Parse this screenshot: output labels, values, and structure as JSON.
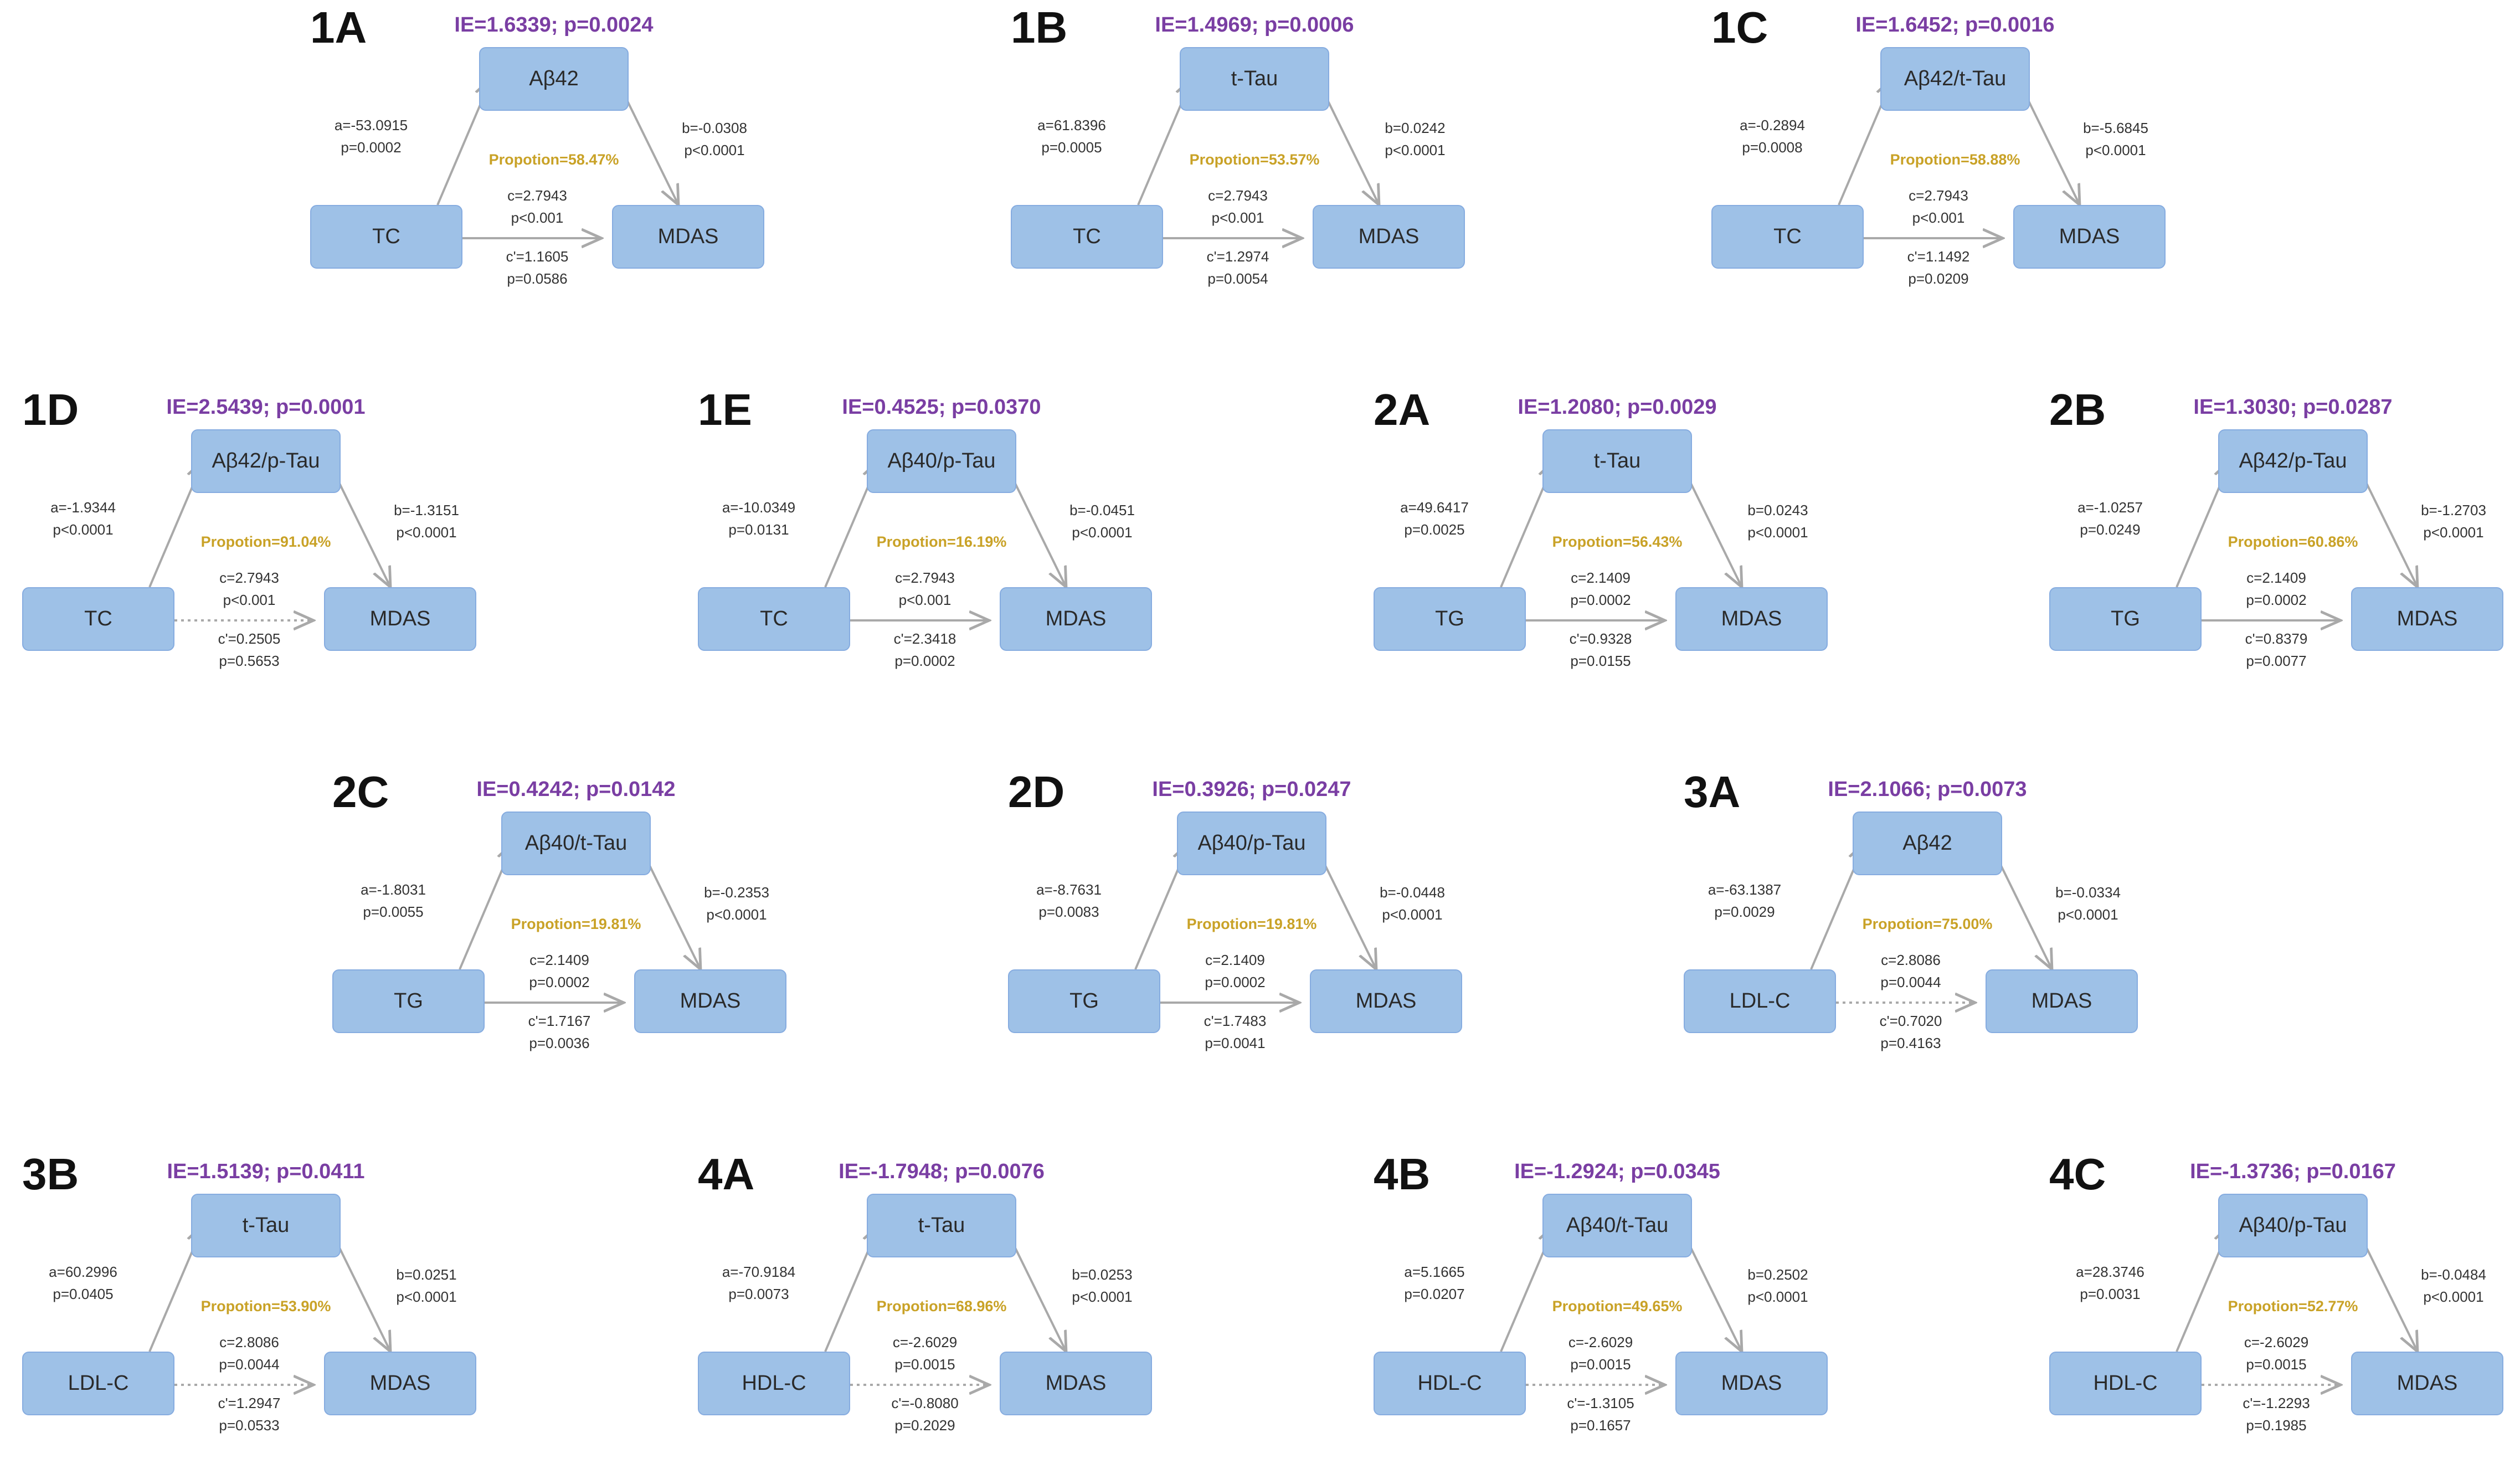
{
  "panels": [
    {
      "label": "1A",
      "ie": "IE=1.6339; p=0.0024",
      "mediator": "Aβ42",
      "x": "TC",
      "y": "MDAS",
      "a": "a=-53.0915",
      "pa": "p=0.0002",
      "b": "b=-0.0308",
      "pb": "p<0.0001",
      "prop": "Propotion=58.47%",
      "c": "c=2.7943",
      "pc": "p<0.001",
      "cp": "c'=1.1605",
      "pcp": "p=0.0586",
      "direct_style": "solid"
    },
    {
      "label": "1B",
      "ie": "IE=1.4969; p=0.0006",
      "mediator": "t-Tau",
      "x": "TC",
      "y": "MDAS",
      "a": "a=61.8396",
      "pa": "p=0.0005",
      "b": "b=0.0242",
      "pb": "p<0.0001",
      "prop": "Propotion=53.57%",
      "c": "c=2.7943",
      "pc": "p<0.001",
      "cp": "c'=1.2974",
      "pcp": "p=0.0054",
      "direct_style": "solid"
    },
    {
      "label": "1C",
      "ie": "IE=1.6452; p=0.0016",
      "mediator": "Aβ42/t-Tau",
      "x": "TC",
      "y": "MDAS",
      "a": "a=-0.2894",
      "pa": "p=0.0008",
      "b": "b=-5.6845",
      "pb": "p<0.0001",
      "prop": "Propotion=58.88%",
      "c": "c=2.7943",
      "pc": "p<0.001",
      "cp": "c'=1.1492",
      "pcp": "p=0.0209",
      "direct_style": "solid"
    },
    {
      "label": "1D",
      "ie": "IE=2.5439; p=0.0001",
      "mediator": "Aβ42/p-Tau",
      "x": "TC",
      "y": "MDAS",
      "a": "a=-1.9344",
      "pa": "p<0.0001",
      "b": "b=-1.3151",
      "pb": "p<0.0001",
      "prop": "Propotion=91.04%",
      "c": "c=2.7943",
      "pc": "p<0.001",
      "cp": "c'=0.2505",
      "pcp": "p=0.5653",
      "direct_style": "dotted"
    },
    {
      "label": "1E",
      "ie": "IE=0.4525; p=0.0370",
      "mediator": "Aβ40/p-Tau",
      "x": "TC",
      "y": "MDAS",
      "a": "a=-10.0349",
      "pa": "p=0.0131",
      "b": "b=-0.0451",
      "pb": "p<0.0001",
      "prop": "Propotion=16.19%",
      "c": "c=2.7943",
      "pc": "p<0.001",
      "cp": "c'=2.3418",
      "pcp": "p=0.0002",
      "direct_style": "solid"
    },
    {
      "label": "2A",
      "ie": "IE=1.2080; p=0.0029",
      "mediator": "t-Tau",
      "x": "TG",
      "y": "MDAS",
      "a": "a=49.6417",
      "pa": "p=0.0025",
      "b": "b=0.0243",
      "pb": "p<0.0001",
      "prop": "Propotion=56.43%",
      "c": "c=2.1409",
      "pc": "p=0.0002",
      "cp": "c'=0.9328",
      "pcp": "p=0.0155",
      "direct_style": "solid"
    },
    {
      "label": "2B",
      "ie": "IE=1.3030; p=0.0287",
      "mediator": "Aβ42/p-Tau",
      "x": "TG",
      "y": "MDAS",
      "a": "a=-1.0257",
      "pa": "p=0.0249",
      "b": "b=-1.2703",
      "pb": "p<0.0001",
      "prop": "Propotion=60.86%",
      "c": "c=2.1409",
      "pc": "p=0.0002",
      "cp": "c'=0.8379",
      "pcp": "p=0.0077",
      "direct_style": "solid"
    },
    {
      "label": "2C",
      "ie": "IE=0.4242; p=0.0142",
      "mediator": "Aβ40/t-Tau",
      "x": "TG",
      "y": "MDAS",
      "a": "a=-1.8031",
      "pa": "p=0.0055",
      "b": "b=-0.2353",
      "pb": "p<0.0001",
      "prop": "Propotion=19.81%",
      "c": "c=2.1409",
      "pc": "p=0.0002",
      "cp": "c'=1.7167",
      "pcp": "p=0.0036",
      "direct_style": "solid"
    },
    {
      "label": "2D",
      "ie": "IE=0.3926; p=0.0247",
      "mediator": "Aβ40/p-Tau",
      "x": "TG",
      "y": "MDAS",
      "a": "a=-8.7631",
      "pa": "p=0.0083",
      "b": "b=-0.0448",
      "pb": "p<0.0001",
      "prop": "Propotion=19.81%",
      "c": "c=2.1409",
      "pc": "p=0.0002",
      "cp": "c'=1.7483",
      "pcp": "p=0.0041",
      "direct_style": "solid"
    },
    {
      "label": "3A",
      "ie": "IE=2.1066; p=0.0073",
      "mediator": "Aβ42",
      "x": "LDL-C",
      "y": "MDAS",
      "a": "a=-63.1387",
      "pa": "p=0.0029",
      "b": "b=-0.0334",
      "pb": "p<0.0001",
      "prop": "Propotion=75.00%",
      "c": "c=2.8086",
      "pc": "p=0.0044",
      "cp": "c'=0.7020",
      "pcp": "p=0.4163",
      "direct_style": "dotted"
    },
    {
      "label": "3B",
      "ie": "IE=1.5139; p=0.0411",
      "mediator": "t-Tau",
      "x": "LDL-C",
      "y": "MDAS",
      "a": "a=60.2996",
      "pa": "p=0.0405",
      "b": "b=0.0251",
      "pb": "p<0.0001",
      "prop": "Propotion=53.90%",
      "c": "c=2.8086",
      "pc": "p=0.0044",
      "cp": "c'=1.2947",
      "pcp": "p=0.0533",
      "direct_style": "dotted"
    },
    {
      "label": "4A",
      "ie": "IE=-1.7948; p=0.0076",
      "mediator": "t-Tau",
      "x": "HDL-C",
      "y": "MDAS",
      "a": "a=-70.9184",
      "pa": "p=0.0073",
      "b": "b=0.0253",
      "pb": "p<0.0001",
      "prop": "Propotion=68.96%",
      "c": "c=-2.6029",
      "pc": "p=0.0015",
      "cp": "c'=-0.8080",
      "pcp": "p=0.2029",
      "direct_style": "dotted"
    },
    {
      "label": "4B",
      "ie": "IE=-1.2924; p=0.0345",
      "mediator": "Aβ40/t-Tau",
      "x": "HDL-C",
      "y": "MDAS",
      "a": "a=5.1665",
      "pa": "p=0.0207",
      "b": "b=0.2502",
      "pb": "p<0.0001",
      "prop": "Propotion=49.65%",
      "c": "c=-2.6029",
      "pc": "p=0.0015",
      "cp": "c'=-1.3105",
      "pcp": "p=0.1657",
      "direct_style": "dotted"
    },
    {
      "label": "4C",
      "ie": "IE=-1.3736; p=0.0167",
      "mediator": "Aβ40/p-Tau",
      "x": "HDL-C",
      "y": "MDAS",
      "a": "a=28.3746",
      "pa": "p=0.0031",
      "b": "b=-0.0484",
      "pb": "p<0.0001",
      "prop": "Propotion=52.77%",
      "c": "c=-2.6029",
      "pc": "p=0.0015",
      "cp": "c'=-1.2293",
      "pcp": "p=0.1985",
      "direct_style": "dotted"
    }
  ],
  "colors": {
    "box_fill": "#9ec1e7",
    "box_border": "#86ace0",
    "ie_text": "#7a3ea3",
    "proportion_text": "#c9a227",
    "arrow": "#a9a9a9"
  }
}
